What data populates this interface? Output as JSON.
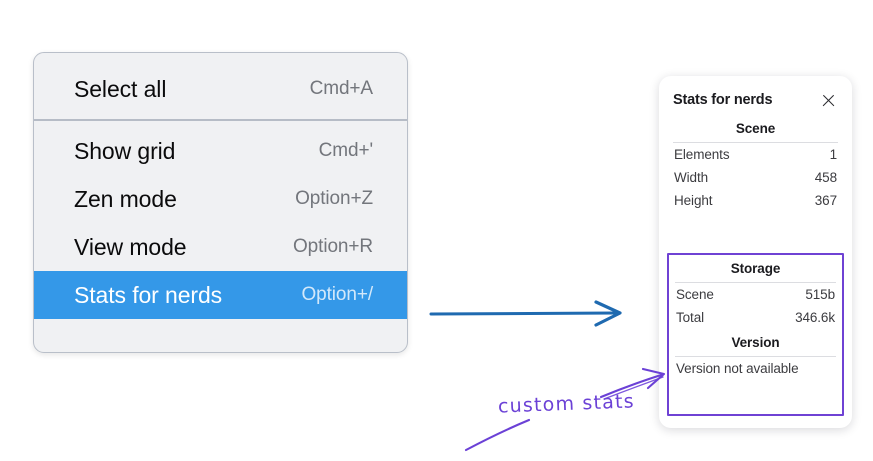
{
  "colors": {
    "menu_background": "#f0f1f3",
    "menu_border": "#b9bfc9",
    "highlight_blue": "#3498e8",
    "arrow_blue": "#1f6ab0",
    "annotation_purple": "#6b41d6",
    "panel_white": "#ffffff"
  },
  "context_menu": {
    "groups": [
      {
        "items": [
          {
            "label": "Select all",
            "shortcut": "Cmd+A",
            "highlighted": false
          }
        ]
      },
      {
        "items": [
          {
            "label": "Show grid",
            "shortcut": "Cmd+'",
            "highlighted": false
          },
          {
            "label": "Zen mode",
            "shortcut": "Option+Z",
            "highlighted": false
          },
          {
            "label": "View mode",
            "shortcut": "Option+R",
            "highlighted": false
          },
          {
            "label": "Stats for nerds",
            "shortcut": "Option+/",
            "highlighted": true
          }
        ]
      }
    ]
  },
  "stats_panel": {
    "title": "Stats for nerds",
    "close_icon": "close-icon",
    "sections": [
      {
        "heading": "Scene",
        "rows": [
          {
            "key": "Elements",
            "value": "1"
          },
          {
            "key": "Width",
            "value": "458"
          },
          {
            "key": "Height",
            "value": "367"
          }
        ]
      },
      {
        "heading": "Storage",
        "rows": [
          {
            "key": "Scene",
            "value": "515b"
          },
          {
            "key": "Total",
            "value": "346.6k"
          }
        ]
      },
      {
        "heading": "Version",
        "full_row": "Version not available"
      }
    ]
  },
  "annotations": {
    "arrow_menu_to_panel": "blue-arrow-icon",
    "custom_stats_label": "custom stats",
    "pointer_arrow": "purple-arrow-icon"
  }
}
